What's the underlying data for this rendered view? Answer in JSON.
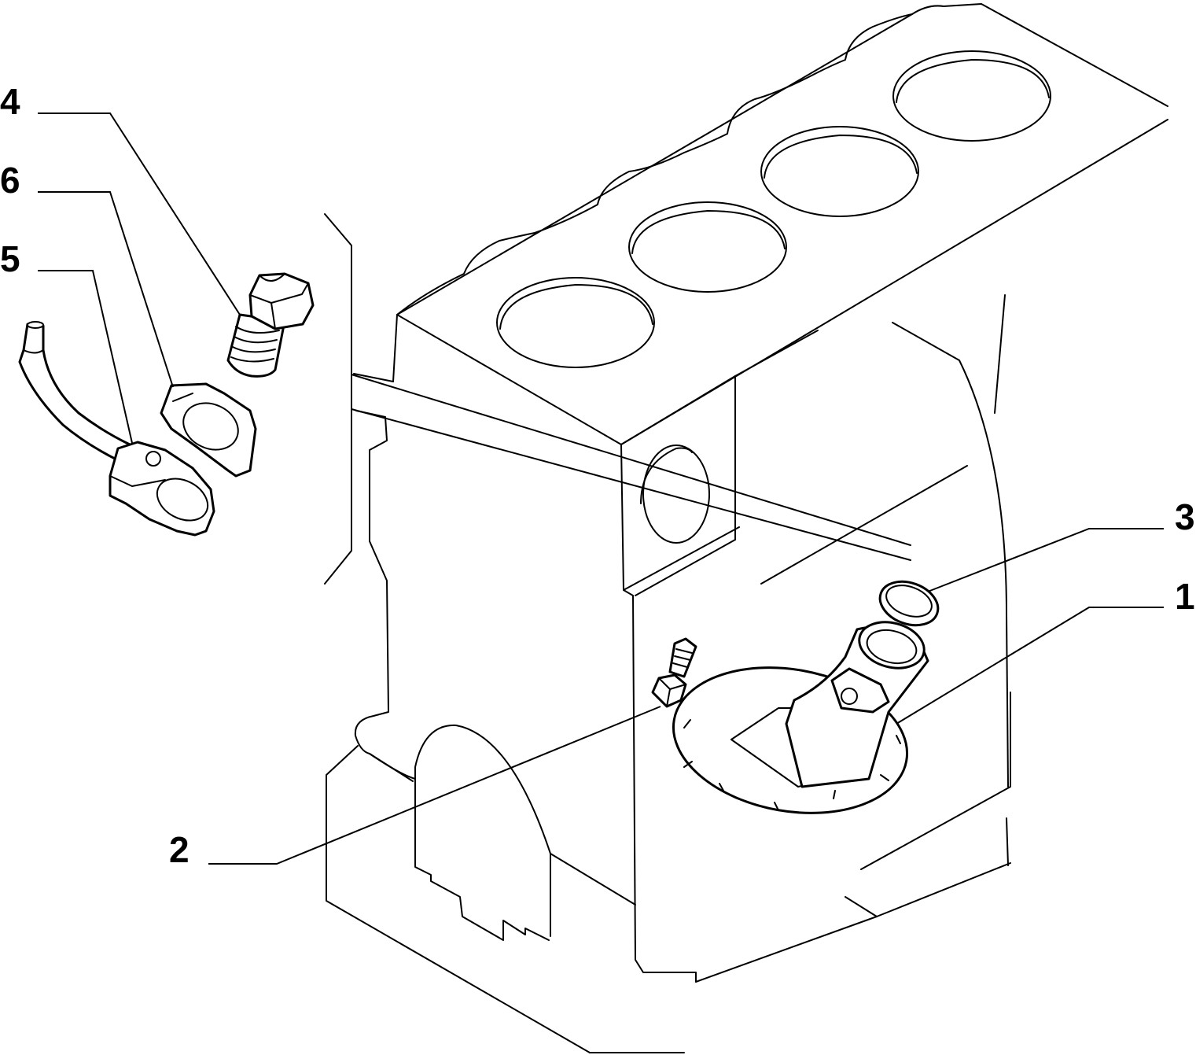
{
  "callouts": [
    {
      "id": "1",
      "label": "1",
      "part": "oil-pump-pickup-strainer"
    },
    {
      "id": "2",
      "label": "2",
      "part": "stud-bolt"
    },
    {
      "id": "3",
      "label": "3",
      "part": "sealing-ring"
    },
    {
      "id": "4",
      "label": "4",
      "part": "banjo-bolt"
    },
    {
      "id": "5",
      "label": "5",
      "part": "oil-pipe-union"
    },
    {
      "id": "6",
      "label": "6",
      "part": "gasket"
    }
  ],
  "colors": {
    "line": "#000000",
    "background": "#ffffff"
  }
}
